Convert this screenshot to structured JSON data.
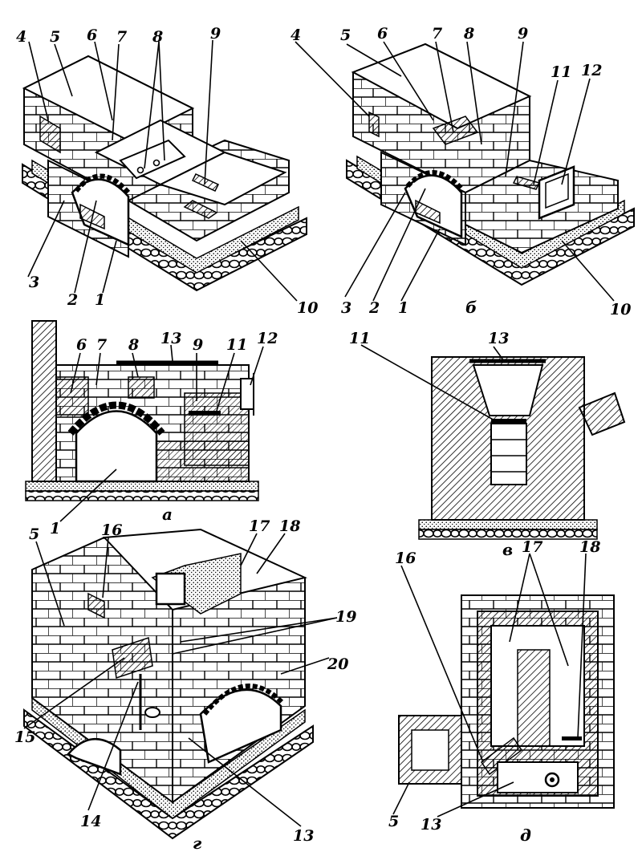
{
  "panels": [
    {
      "id": "main",
      "caption": ""
    },
    {
      "id": "b",
      "caption": "б"
    },
    {
      "id": "a",
      "caption": "а"
    },
    {
      "id": "v",
      "caption": "в"
    },
    {
      "id": "g",
      "caption": "г"
    },
    {
      "id": "d",
      "caption": "д"
    }
  ],
  "labels": {
    "m1": "1",
    "m2": "2",
    "m3": "3",
    "m4": "4",
    "m5": "5",
    "m6": "6",
    "m7": "7",
    "m8": "8",
    "m9": "9",
    "m10": "10",
    "b1": "1",
    "b2": "2",
    "b3": "3",
    "b4": "4",
    "b5": "5",
    "b6": "6",
    "b7": "7",
    "b8": "8",
    "b9": "9",
    "b10": "10",
    "b11": "11",
    "b12": "12",
    "a1": "1",
    "a6": "6",
    "a7": "7",
    "a8": "8",
    "a9": "9",
    "a11": "11",
    "a12": "12",
    "a13": "13",
    "v11": "11",
    "v13": "13",
    "g5": "5",
    "g13": "13",
    "g14": "14",
    "g15": "15",
    "g16": "16",
    "g17": "17",
    "g18": "18",
    "g19": "19",
    "g20": "20",
    "d5": "5",
    "d13": "13",
    "d16": "16",
    "d17": "17",
    "d18": "18"
  }
}
